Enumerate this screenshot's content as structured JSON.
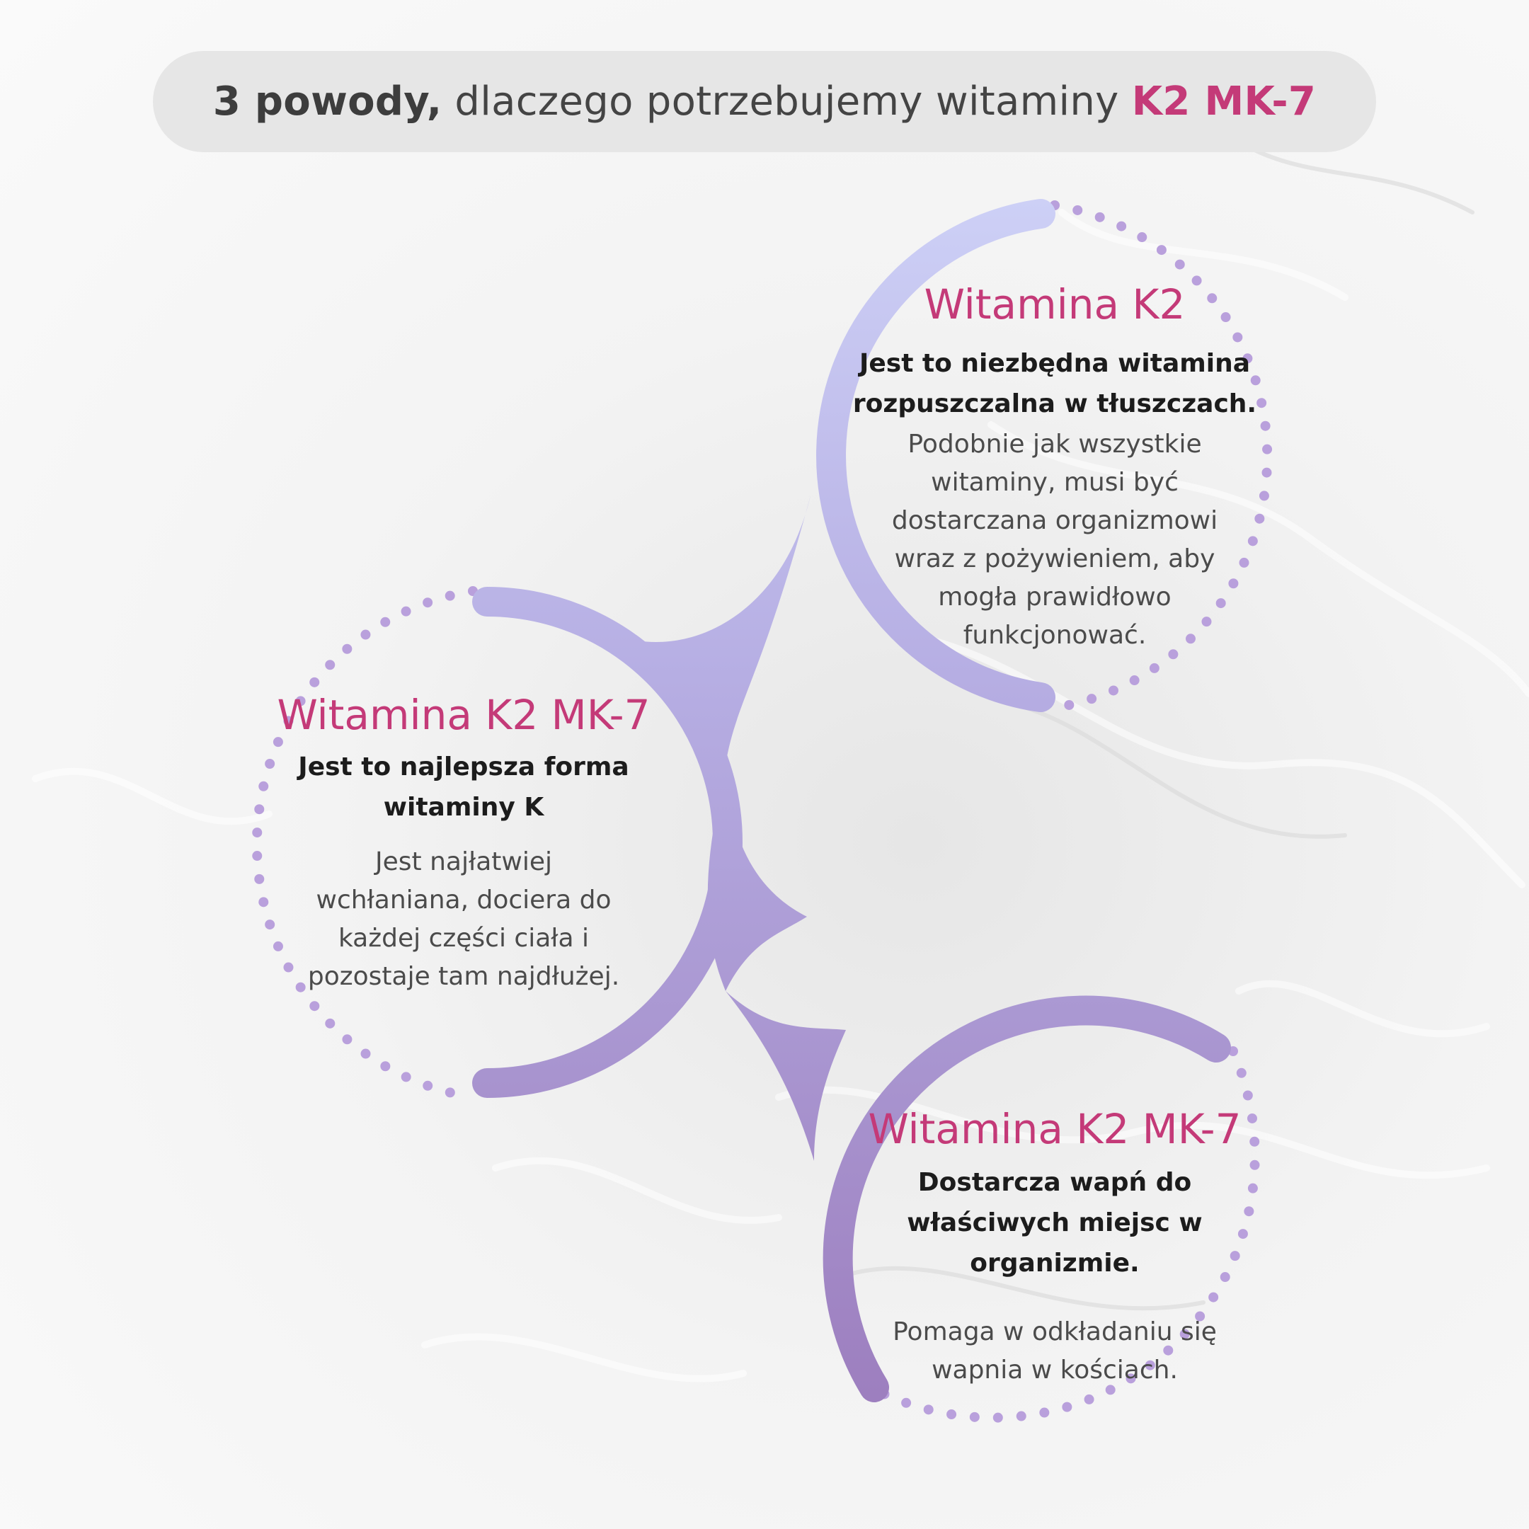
{
  "header": {
    "title_bold": "3 powody,",
    "title_regular": " dlaczego potrzebujemy witaminy ",
    "title_accent": "K2 MK-7"
  },
  "cards": [
    {
      "heading": "Witamina K2",
      "lead_lines": [
        "Jest to niezbędna witamina",
        "rozpuszczalna w tłuszczach."
      ],
      "body_lines": [
        "Podobnie jak wszystkie",
        "witaminy, musi być",
        "dostarczana organizmowi",
        "wraz z pożywieniem, aby",
        "mogła prawidłowo",
        "funkcjonować."
      ]
    },
    {
      "heading": "Witamina K2 MK-7",
      "lead_lines": [
        "Jest to najlepsza forma",
        "witaminy K"
      ],
      "body_lines": [
        "Jest najłatwiej",
        "wchłaniana, dociera do",
        "każdej części ciała i",
        "pozostaje tam najdłużej."
      ]
    },
    {
      "heading": "Witamina K2 MK-7",
      "lead_lines": [
        "Dostarcza wapń do",
        "właściwych miejsc w",
        "organizmie."
      ],
      "body_lines": [
        "Pomaga w odkładaniu się",
        "wapnia w kościach."
      ]
    }
  ],
  "colors": {
    "accent": "#c43a78",
    "arc_top": "#cdd0f6",
    "arc_mid": "#b4a6e0",
    "arc_bottom": "#9d7fbf",
    "dots": "#b9a0dc",
    "pill": "#e6e6e6"
  }
}
